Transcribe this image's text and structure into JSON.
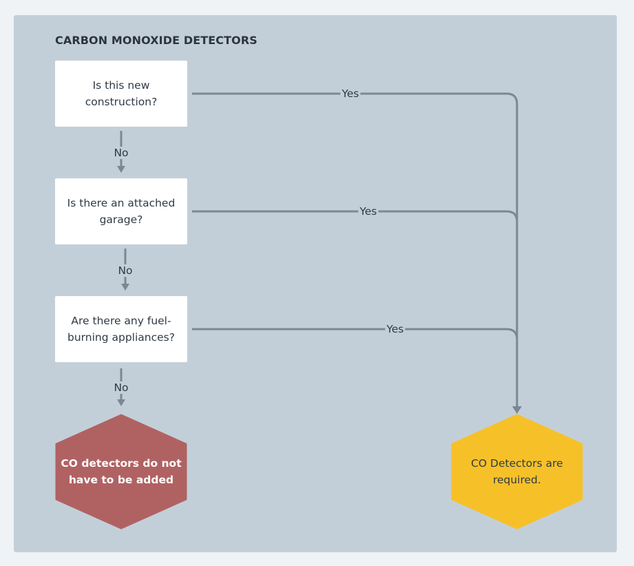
{
  "title": "CARBON MONOXIDE DETECTORS",
  "questions": [
    {
      "lines": [
        "Is this new",
        "construction?"
      ]
    },
    {
      "lines": [
        "Is there an attached",
        "garage?"
      ]
    },
    {
      "lines": [
        "Are there any fuel-",
        "burning appliances?"
      ]
    }
  ],
  "edge_labels": {
    "no": [
      "No",
      "No",
      "No"
    ],
    "yes": [
      "Yes",
      "Yes",
      "Yes"
    ]
  },
  "outcomes": {
    "not_required": {
      "lines": [
        "CO detectors do not",
        "have to be added"
      ]
    },
    "required": {
      "lines": [
        "CO Detectors are",
        "required."
      ]
    }
  },
  "colors": {
    "panel": "#c3cfd8",
    "line": "#7b8794",
    "not_required_fill": "#b06262",
    "required_fill": "#f6c128"
  }
}
